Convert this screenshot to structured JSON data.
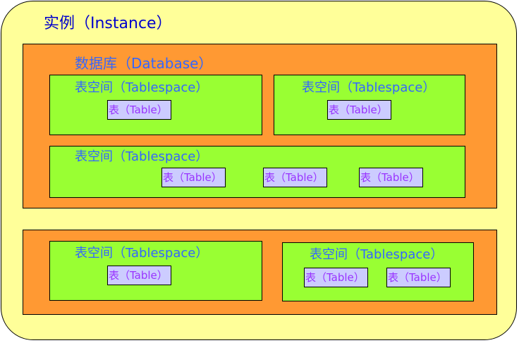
{
  "instance": {
    "label": "实例（Instance）"
  },
  "database": {
    "label": "数据库（Database）"
  },
  "tablespace": {
    "label": "表空间（Tablespace）"
  },
  "table": {
    "label": "表（Table）"
  },
  "colors": {
    "instance_fill": "#ffff99",
    "database_fill": "#ff9933",
    "tablespace_fill": "#99ff33",
    "table_fill": "#ccccff",
    "instance_text": "#0000cc",
    "container_text": "#3366ff",
    "table_text": "#9933ff"
  }
}
